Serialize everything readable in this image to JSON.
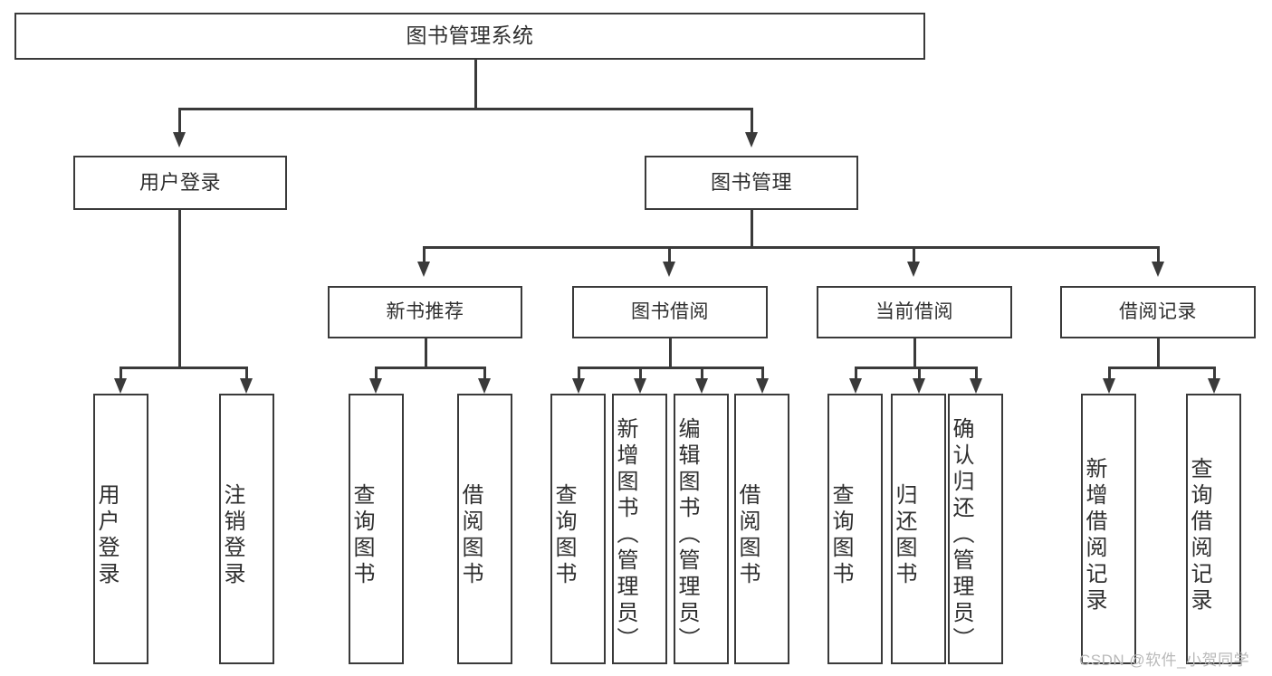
{
  "diagram": {
    "title": "图书管理系统",
    "type": "tree",
    "root": {
      "label": "图书管理系统"
    },
    "level2": [
      {
        "label": "用户登录"
      },
      {
        "label": "图书管理"
      }
    ],
    "level3": [
      {
        "label": "新书推荐"
      },
      {
        "label": "图书借阅"
      },
      {
        "label": "当前借阅"
      },
      {
        "label": "借阅记录"
      }
    ],
    "leaves": {
      "user_login": [
        {
          "label": "用户登录"
        },
        {
          "label": "注销登录"
        }
      ],
      "new_book_recommend": [
        {
          "label": "查询图书"
        },
        {
          "label": "借阅图书"
        }
      ],
      "book_borrow": [
        {
          "label": "查询图书"
        },
        {
          "label": "新增图书（管理员）"
        },
        {
          "label": "编辑图书（管理员）"
        },
        {
          "label": "借阅图书"
        }
      ],
      "current_borrow": [
        {
          "label": "查询图书"
        },
        {
          "label": "归还图书"
        },
        {
          "label": "确认归还（管理员）"
        }
      ],
      "borrow_record": [
        {
          "label": "新增借阅记录"
        },
        {
          "label": "查询借阅记录"
        }
      ]
    }
  },
  "watermark": {
    "text": "CSDN @软件_小贺同学"
  },
  "colors": {
    "stroke": "#3a3a3a",
    "text": "#2f2f2f",
    "background": "#ffffff",
    "watermark": "#b9b9b9"
  }
}
